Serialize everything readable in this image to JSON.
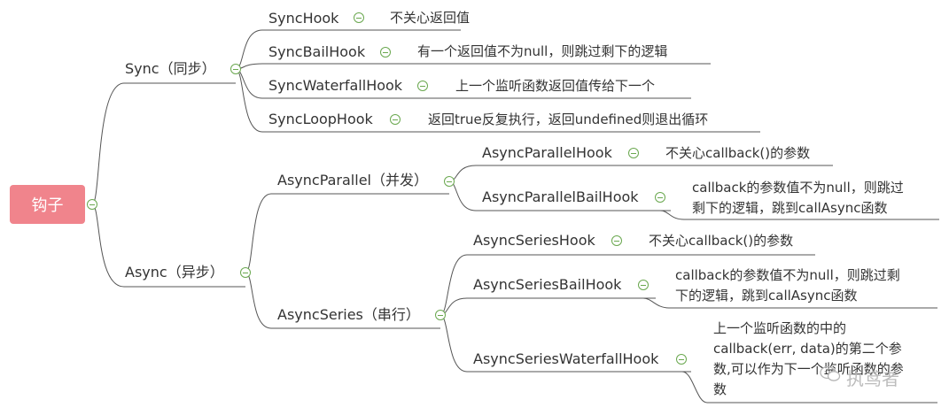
{
  "root": {
    "label": "钩子"
  },
  "sync": {
    "label": "Sync（同步）",
    "items": [
      {
        "name": "SyncHook",
        "desc": [
          "不关心返回值"
        ]
      },
      {
        "name": "SyncBailHook",
        "desc": [
          "有一个返回值不为null，则跳过剩下的逻辑"
        ]
      },
      {
        "name": "SyncWaterfallHook",
        "desc": [
          "上一个监听函数返回值传给下一个"
        ]
      },
      {
        "name": "SyncLoopHook",
        "desc": [
          "返回true反复执行，返回undefined则退出循环"
        ]
      }
    ]
  },
  "async": {
    "label": "Async（异步）",
    "parallel": {
      "label": "AsyncParallel（并发）",
      "items": [
        {
          "name": "AsyncParallelHook",
          "desc": [
            "不关心callback()的参数"
          ]
        },
        {
          "name": "AsyncParallelBailHook",
          "desc": [
            "callback的参数值不为null，则跳过",
            "剩下的逻辑，跳到callAsync函数"
          ]
        }
      ]
    },
    "series": {
      "label": "AsyncSeries（串行）",
      "items": [
        {
          "name": "AsyncSeriesHook",
          "desc": [
            "不关心callback()的参数"
          ]
        },
        {
          "name": "AsyncSeriesBailHook",
          "desc": [
            "callback的参数值不为null，则跳过剩",
            "下的逻辑，跳到callAsync函数"
          ]
        },
        {
          "name": "AsyncSeriesWaterfallHook",
          "desc": [
            "上一个监听函数的中的",
            "callback(err, data)的第二个参",
            "数,可以作为下一个监听函数的参",
            "数"
          ]
        }
      ]
    }
  },
  "watermark": {
    "text": "执鸢者",
    "icon": "wechat-icon"
  },
  "colors": {
    "line": "#555555",
    "root_bg": "#f0848c",
    "toggle": "#6aa84f"
  }
}
